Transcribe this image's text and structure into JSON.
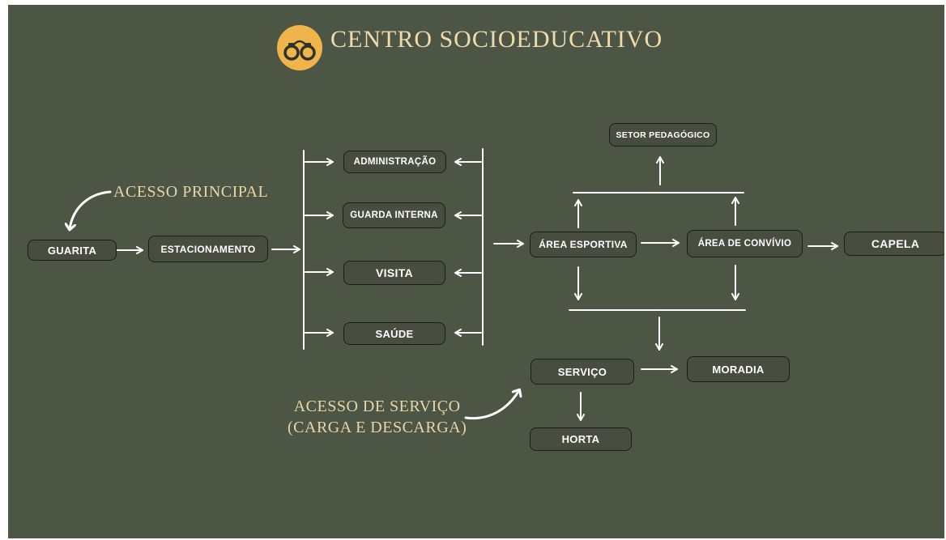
{
  "title": "CENTRO SOCIOEDUCATIVO",
  "logo_icon": "handcuffs-icon",
  "colors": {
    "background": "#4d5545",
    "node_fill": "#474e40",
    "node_border": "#1c1f19",
    "accent": "#f0b54a",
    "annotation": "#e9d6a6",
    "arrows": "#ffffff"
  },
  "annotations": {
    "main_access": "ACESSO PRINCIPAL",
    "service_access_line1": "ACESSO DE SERVIÇO",
    "service_access_line2": "(CARGA E DESCARGA)"
  },
  "nodes": {
    "guarita": "GUARITA",
    "estacionamento": "ESTACIONAMENTO",
    "administracao": "ADMINISTRAÇÃO",
    "guarda_interna": "GUARDA INTERNA",
    "visita": "VISITA",
    "saude": "SAÚDE",
    "setor_pedagogico": "SETOR PEDAGÓGICO",
    "area_esportiva": "ÁREA ESPORTIVA",
    "area_convivio": "ÁREA DE CONVÍVIO",
    "capela": "CAPELA",
    "servico": "SERVIÇO",
    "moradia": "MORADIA",
    "horta": "HORTA"
  }
}
